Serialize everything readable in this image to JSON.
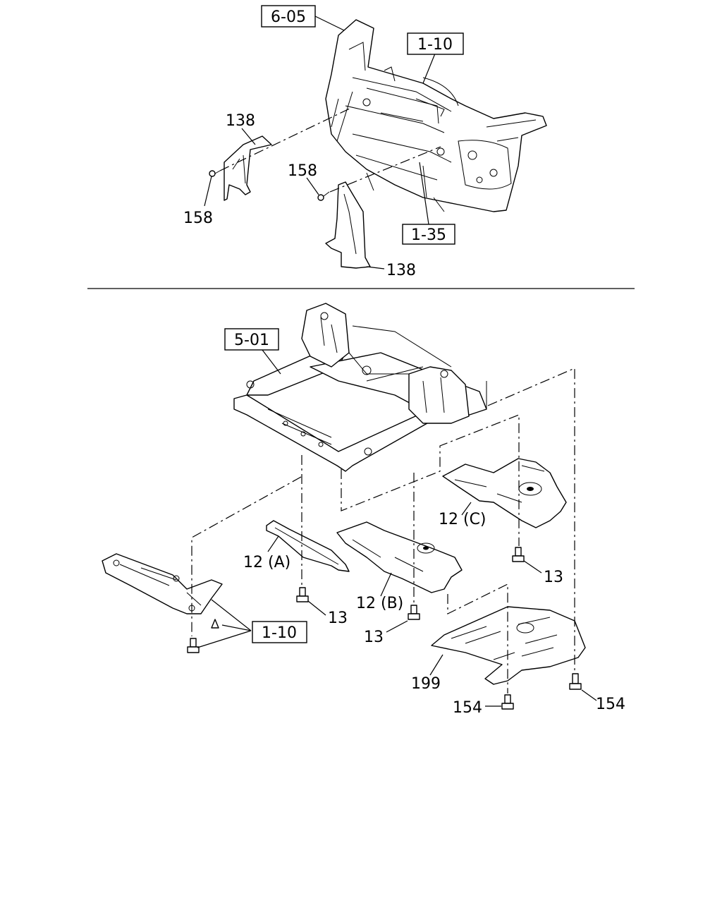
{
  "refs": {
    "r605": "6-05",
    "r110_top": "1-10",
    "r135": "1-35",
    "r501": "5-01",
    "r110_bottom": "1-10"
  },
  "labels": {
    "p138_a": "138",
    "p158_a": "158",
    "p158_b": "158",
    "p138_b": "138",
    "p12c": "12 (C)",
    "p12a": "12 (A)",
    "p12b": "12 (B)",
    "p13_a": "13",
    "p13_b": "13",
    "p13_c": "13",
    "p199": "199",
    "p154_a": "154",
    "p154_b": "154"
  }
}
